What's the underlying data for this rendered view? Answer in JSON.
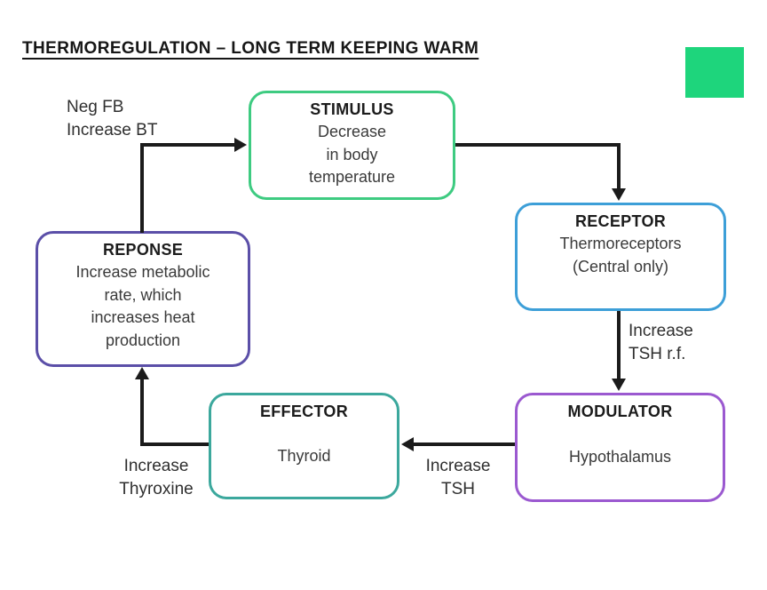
{
  "page_title": "THERMOREGULATION – LONG TERM KEEPING WARM",
  "decoration": {
    "green_square_color": "#1ed57c"
  },
  "diagram": {
    "arrow_color": "#1b1b1b",
    "boxes": {
      "stimulus": {
        "label": "STIMULUS",
        "body": "Decrease\nin body\ntemperature",
        "border_color": "#3ecb81"
      },
      "receptor": {
        "label": "RECEPTOR",
        "body": "Thermoreceptors\n(Central only)",
        "border_color": "#3d9fd8"
      },
      "response": {
        "label": "REPONSE",
        "body": "Increase metabolic\nrate, which\nincreases heat\nproduction",
        "border_color": "#5b4fa8"
      },
      "effector": {
        "label": "EFFECTOR",
        "body": "Thyroid",
        "border_color": "#3ca89d"
      },
      "modulator": {
        "label": "MODULATOR",
        "body": "Hypothalamus",
        "border_color": "#9b59d0"
      }
    },
    "edge_labels": {
      "neg_fb": "Neg FB\nIncrease BT",
      "tsh_rf": "Increase\nTSH r.f.",
      "tsh": "Increase\nTSH",
      "thyroxine": "Increase\nThyroxine"
    }
  }
}
